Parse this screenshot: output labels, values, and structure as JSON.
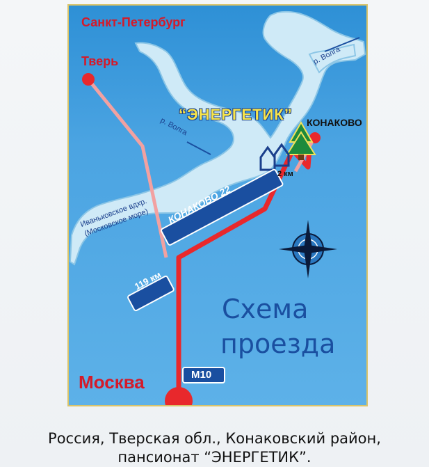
{
  "map": {
    "cities": {
      "spb": "Санкт-Петербург",
      "tver": "Тверь",
      "moscow": "Москва",
      "konakovo": "КОНАКОВО"
    },
    "resort_name": "“ЭНЕРГЕТИК”",
    "river_label_1": "р. Волга",
    "river_label_2": "р. Волга",
    "reservoir_line1": "Иваньковское вдхр.",
    "reservoir_line2": "(Московское море)",
    "distance_2km": "2 км",
    "sign_konakovo": "КОНАКОВО 22",
    "sign_119km": "119 км",
    "road_m10": "M10",
    "title_line1": "Схема",
    "title_line2": "проезда",
    "colors": {
      "water": "#cfeaf7",
      "land": "#3f9ddf",
      "road": "#e8282c",
      "rail": "#f2a1a1",
      "sign_bg": "#1a4fa0",
      "city": "#d41a2a",
      "frame": "#d9c46a"
    }
  },
  "caption": {
    "line1": "Россия, Тверская обл., Конаковский район,",
    "line2": "пансионат “ЭНЕРГЕТИК”."
  }
}
